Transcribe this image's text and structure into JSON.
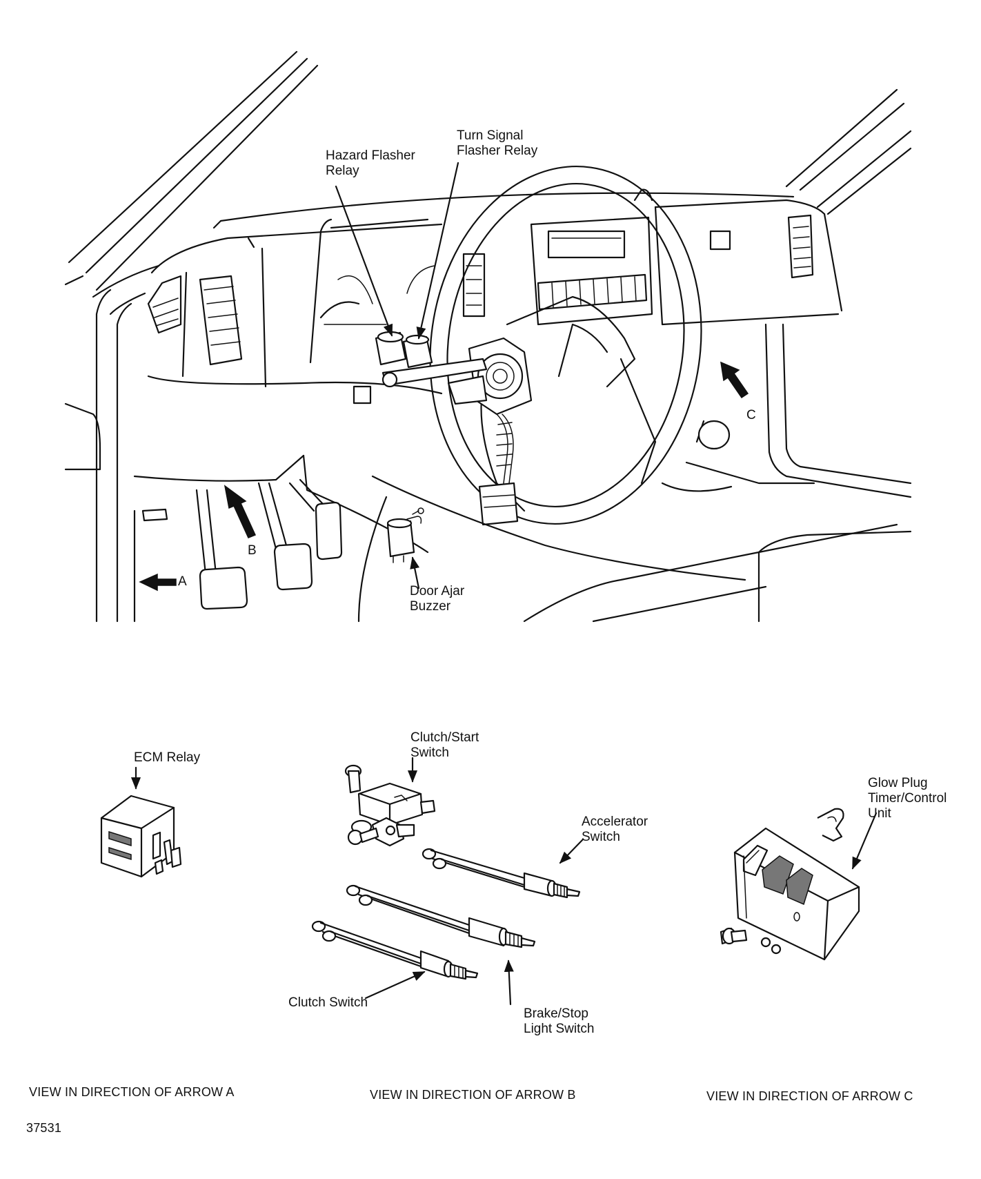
{
  "labels": {
    "hazard": "Hazard Flasher\nRelay",
    "turn": "Turn Signal\nFlasher Relay",
    "door": "Door Ajar\nBuzzer",
    "ecm": "ECM Relay",
    "clutch_start": "Clutch/Start\nSwitch",
    "accel": "Accelerator\nSwitch",
    "clutch_switch": "Clutch Switch",
    "brake": "Brake/Stop\nLight Switch",
    "glow": "Glow Plug\nTimer/Control\nUnit"
  },
  "arrows": {
    "a": "A",
    "b": "B",
    "c": "C"
  },
  "captions": {
    "view_a": "VIEW IN DIRECTION OF ARROW A",
    "view_b": "VIEW IN DIRECTION OF ARROW B",
    "view_c": "VIEW IN DIRECTION OF ARROW C"
  },
  "figure_number": "37531"
}
